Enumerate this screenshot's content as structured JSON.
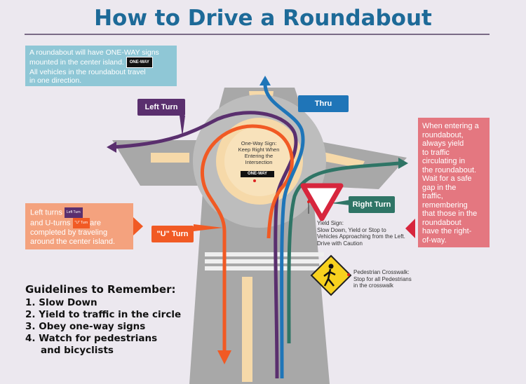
{
  "title": "How to Drive a Roundabout",
  "info_oneway": {
    "line1": "A roundabout will have ONE-WAY signs",
    "line2": "mounted in the center island.",
    "sign": "ONE-WAY",
    "line3": "All vehicles in the roundabout travel",
    "line4": "in one direction."
  },
  "labels": {
    "left_turn": "Left Turn",
    "thru": "Thru",
    "right_turn": "Right Turn",
    "u_turn": "\"U\" Turn"
  },
  "center_island": {
    "text": "One-Way Sign: Keep Right When Entering the Intersection",
    "sign": "ONE-WAY"
  },
  "yield_note": {
    "line1": "Yield Sign:",
    "line2": "Slow Down, Yield or Stop to",
    "line3": "Vehicles Approaching from the Left.",
    "line4": "Drive with Caution"
  },
  "crosswalk_note": {
    "line1": "Pedestrian Crosswalk:",
    "line2": "Stop for all Pedestrians",
    "line3": "in the crosswalk"
  },
  "info_yield": {
    "lines": [
      "When entering a",
      "roundabout,",
      "always yield",
      "to traffic",
      "circulating in",
      "the roundabout.",
      "Wait for a safe",
      "gap in the",
      "traffic,",
      "remembering",
      "that those in the",
      "roundabout",
      "have the right-",
      "of-way."
    ]
  },
  "info_left": {
    "l1": "Left turns",
    "tag1": "Left Turn",
    "l2a": "and U-turns",
    "tag2": "\"U\" Turn",
    "l2b": "are",
    "l3": "completed by traveling",
    "l4": "around the center island."
  },
  "guidelines": {
    "heading": "Guidelines to Remember:",
    "items": [
      "1. Slow Down",
      "2. Yield to traffic in the circle",
      "3. Obey one-way signs",
      "4. Watch for pedestrians"
    ],
    "item4_cont": "and bicyclists"
  },
  "colors": {
    "purple": "#5a2f6e",
    "blue": "#1f75b8",
    "green": "#2f7566",
    "orange": "#f15a24",
    "teal": "#8fc7d6",
    "pink": "#e47780",
    "peach": "#f4a27e"
  }
}
